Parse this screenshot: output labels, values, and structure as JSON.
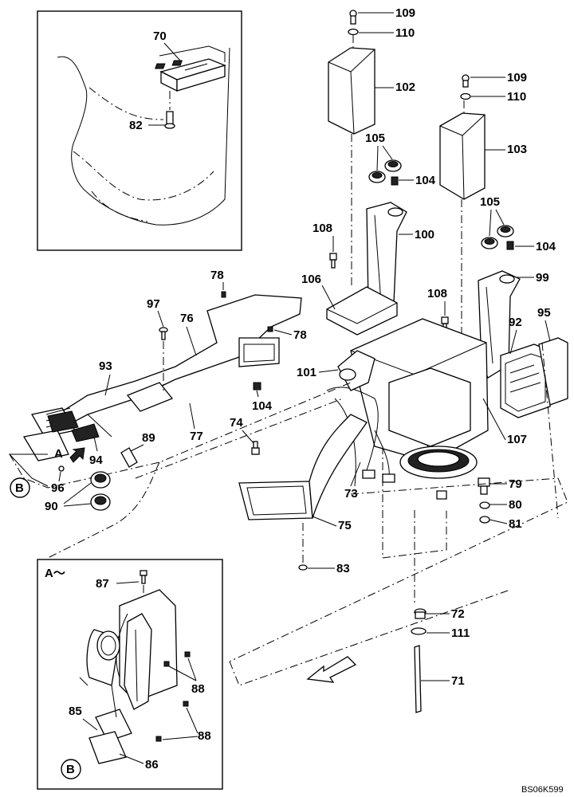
{
  "diagram": {
    "labels": {
      "p70": "70",
      "p82": "82",
      "p109a": "109",
      "p110a": "110",
      "p102": "102",
      "p109b": "109",
      "p110b": "110",
      "p103": "103",
      "p105a": "105",
      "p104a": "104",
      "p100": "100",
      "p105b": "105",
      "p104b": "104",
      "p108a": "108",
      "p106": "106",
      "p99": "99",
      "p78a": "78",
      "p97": "97",
      "p76": "76",
      "p78b": "78",
      "p108b": "108",
      "p92": "92",
      "p95": "95",
      "p93": "93",
      "p101": "101",
      "p104c": "104",
      "p74": "74",
      "p77": "77",
      "p89": "89",
      "p107": "107",
      "p94": "94",
      "p96": "96",
      "p90": "90",
      "p73": "73",
      "p79": "79",
      "p80": "80",
      "p75": "75",
      "p81": "81",
      "p83": "83",
      "p87": "87",
      "p72": "72",
      "p111": "111",
      "p88a": "88",
      "p71": "71",
      "p85": "85",
      "p88b": "88",
      "p86": "86"
    },
    "view_a_marker": "A",
    "view_a_title": "A～",
    "ref_b": "B",
    "drawing_code": "BS06K599"
  }
}
